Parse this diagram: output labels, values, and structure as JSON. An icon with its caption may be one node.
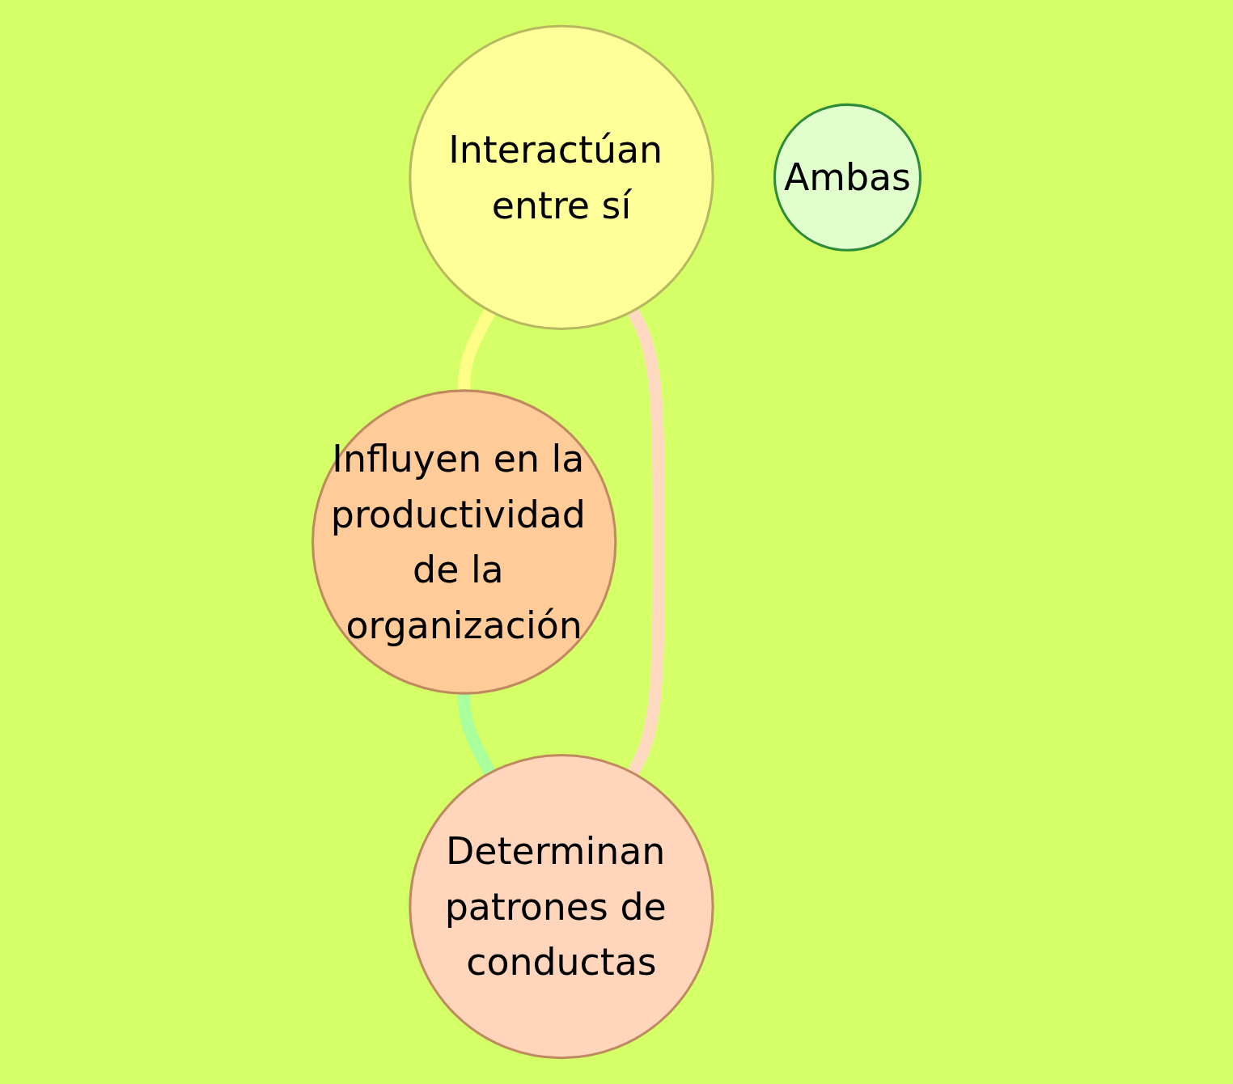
{
  "diagram": {
    "nodes": [
      {
        "text": [
          "Interactúan entre sí"
        ]
      },
      {
        "text": [
          "Ambas"
        ]
      },
      {
        "text": [
          "Determinan patrones de conductas"
        ]
      },
      {
        "text": [
          "Influyen en la productividad de la organización"
        ]
      }
    ],
    "edges": [
      {
        "from": 0,
        "to": 3,
        "arrow": "none",
        "color": "#ffff88"
      },
      {
        "from": 3,
        "to": 2,
        "arrow": "none",
        "color": "#a8ff9c"
      },
      {
        "from": 2,
        "to": 0,
        "arrow": "none",
        "color": "#ffd9c0"
      }
    ]
  }
}
